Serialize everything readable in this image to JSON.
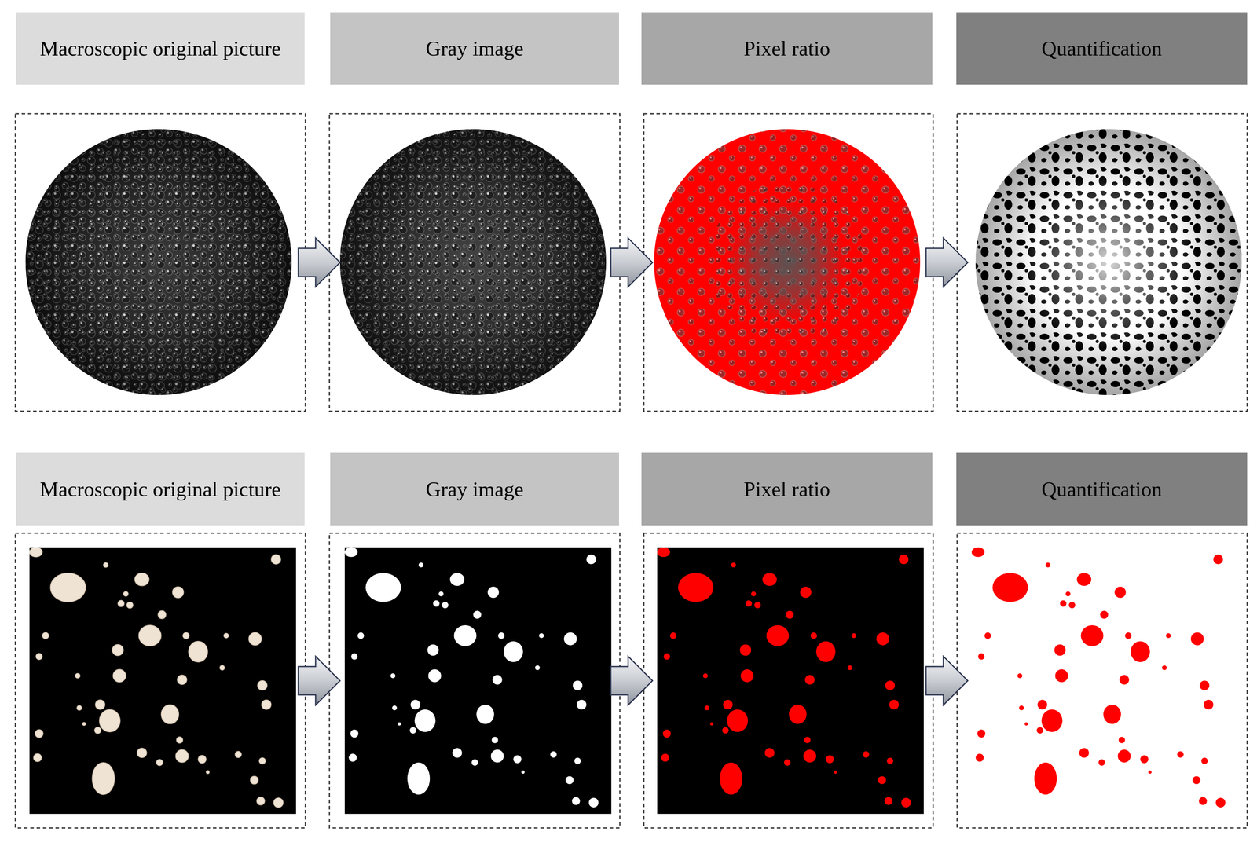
{
  "diagram": {
    "nodes": [
      {
        "text": [
          "Macroscopic original picture"
        ]
      },
      {
        "text": [
          "Gray image"
        ]
      },
      {
        "text": [
          "Pixel ratio"
        ]
      },
      {
        "text": [
          "Quantification"
        ]
      },
      {
        "text": [
          "Macroscopic original picture"
        ]
      },
      {
        "text": [
          "Gray image"
        ]
      },
      {
        "text": [
          "Pixel ratio"
        ]
      },
      {
        "text": [
          "Quantification"
        ]
      }
    ]
  }
}
